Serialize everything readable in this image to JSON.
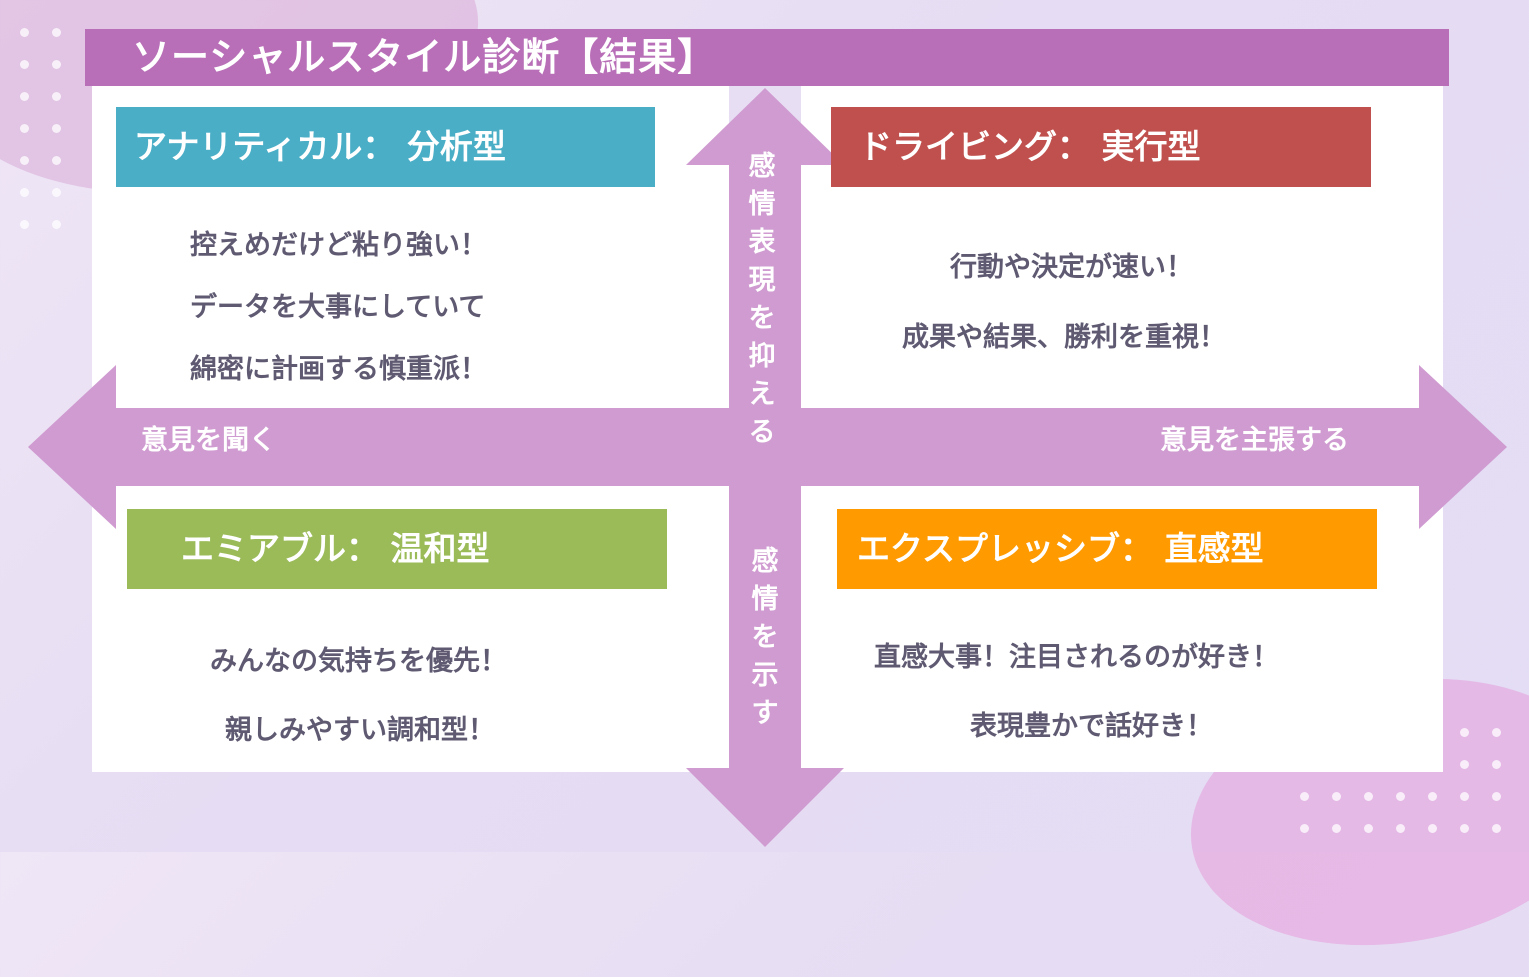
{
  "title": "ソーシャルスタイル診断【結果】",
  "colors": {
    "header": "#b86fb7",
    "arrow": "#cf9bd0",
    "analytical": "#4aaec7",
    "driving": "#c0504d",
    "amiable": "#9bbb59",
    "expressive": "#ff9a00",
    "text": "#5f5a72"
  },
  "axes": {
    "left": "意見を聞く",
    "right": "意見を主張する",
    "top": "感情表現を抑える",
    "bottom": "感情を示す"
  },
  "quadrants": {
    "analytical": {
      "label": "アナリティカル： 分析型",
      "lines": [
        "控えめだけど粘り強い！",
        "データを大事にしていて",
        "綿密に計画する慎重派！"
      ]
    },
    "driving": {
      "label": "ドライビング： 実行型",
      "lines": [
        "行動や決定が速い！",
        "成果や結果、勝利を重視！"
      ]
    },
    "amiable": {
      "label": "エミアブル： 温和型",
      "lines": [
        "みんなの気持ちを優先！",
        "親しみやすい調和型！"
      ]
    },
    "expressive": {
      "label": "エクスプレッシブ： 直感型",
      "lines": [
        "直感大事！注目されるのが好き！",
        "表現豊かで話好き！"
      ]
    }
  }
}
